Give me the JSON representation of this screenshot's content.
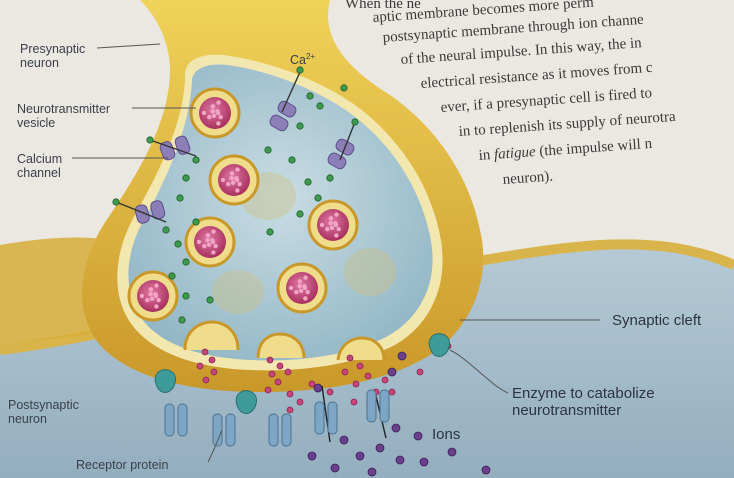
{
  "labels": {
    "presynaptic": [
      "Presynaptic",
      "neuron"
    ],
    "vesicle": [
      "Neurotransmitter",
      "vesicle"
    ],
    "calcium": [
      "Calcium",
      "channel"
    ],
    "ca": "Ca",
    "ca_charge": "2+",
    "cleft": "Synaptic cleft",
    "enzyme": [
      "Enzyme to catabolize",
      "neurotransmitter"
    ],
    "postsynaptic": [
      "Postsynaptic",
      "neuron"
    ],
    "ions": "Ions",
    "receptor": "Receptor protein"
  },
  "book_text": {
    "lines": [
      "When the ne",
      "aptic membrane becomes more perm",
      "postsynaptic membrane through ion channe",
      "of the neural impulse. In this way, the in",
      "electrical resistance as it moves from c",
      "ever, if a presynaptic cell is fired to",
      "in to replenish its supply of neurotra",
      "in",
      "fatigue",
      " (the impulse will n",
      "neuron)."
    ]
  },
  "colors": {
    "membrane_gold": "#d8b03a",
    "cytoplasm_blue": "#a9c9d6",
    "postsynaptic_blue": "#9fb9c9",
    "vesicle_pink": "#c8457a",
    "channel_purple": "#8c7fb8",
    "ion_green": "#3e9a4c",
    "ion_purple": "#6a3f8c",
    "receptor_blue": "#7da6c4"
  }
}
